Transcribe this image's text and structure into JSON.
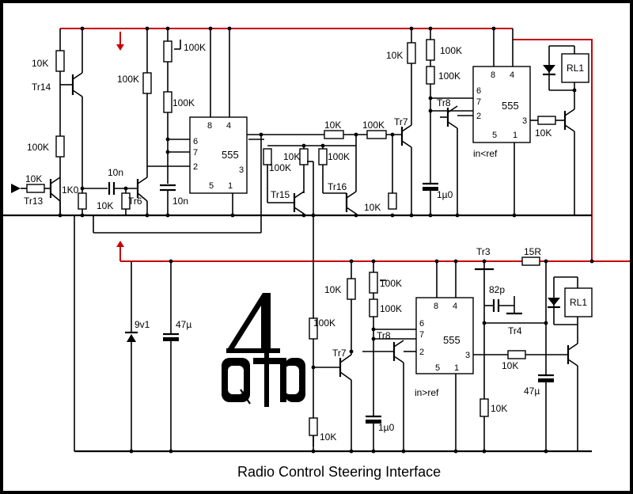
{
  "title": "Radio Control Steering Interface",
  "logo": {
    "text": "QTD",
    "sign": "4"
  },
  "colors": {
    "rail": "#c8000a",
    "ink": "#000000",
    "paper": "#ffffff",
    "border": "#000000"
  },
  "upper": {
    "r_base_tr14": "10K",
    "tr14": "Tr14",
    "r_col_tr14": "100K",
    "r_in": "10K",
    "tr13": "Tr13",
    "r_1k0": "1K0",
    "c_10n_a": "10n",
    "r_10k_tr6": "10K",
    "tr6": "Tr6",
    "r_100k_a": "100K",
    "r_100k_pot": "100K",
    "r_100k_b": "100K",
    "c_10n_b": "10n",
    "ic": {
      "label": "555",
      "p8": "8",
      "p4": "4",
      "p6": "6",
      "p7": "7",
      "p2": "2",
      "p3": "3",
      "p5": "5",
      "p1": "1"
    },
    "r_10k_mid": "10K",
    "r_100k_mid": "100K",
    "r_100k_c": "100K",
    "r_10k_c": "10K",
    "r_100k_d": "100K",
    "tr15": "Tr15",
    "tr16": "Tr16",
    "r_10k_tr16": "10K",
    "tr7": "Tr7",
    "r_10k_tr7": "10K",
    "r_100k_pot2": "100K",
    "r_100k_e": "100K",
    "tr8": "Tr8",
    "c_1u0": "1µ0",
    "ic2": {
      "label": "555",
      "p8": "8",
      "p4": "4",
      "p6": "6",
      "p7": "7",
      "p2": "2",
      "p3": "3",
      "p5": "5",
      "p1": "1"
    },
    "ic2_note": "in<ref",
    "r_out": "10K",
    "relay": "RL1"
  },
  "lower": {
    "zener": "9v1",
    "c_47u": "47µ",
    "r_100k_f": "100K",
    "r_10k_f": "10K",
    "tr7": "Tr7",
    "r_10k_g": "10K",
    "r_100k_pot3": "100K",
    "r_100k_g": "100K",
    "tr8": "Tr8",
    "c_1u0": "1µ0",
    "ic3": {
      "label": "555",
      "p8": "8",
      "p4": "4",
      "p6": "6",
      "p7": "7",
      "p2": "2",
      "p3": "3",
      "p5": "5",
      "p1": "1"
    },
    "ic3_note": "in>ref",
    "tr3": "Tr3",
    "r_15r": "15R",
    "c_82p": "82p",
    "tr4": "Tr4",
    "r_10k_h": "10K",
    "r_10k_tr3": "10K",
    "c_47u_b": "47µ",
    "relay": "RL1"
  }
}
